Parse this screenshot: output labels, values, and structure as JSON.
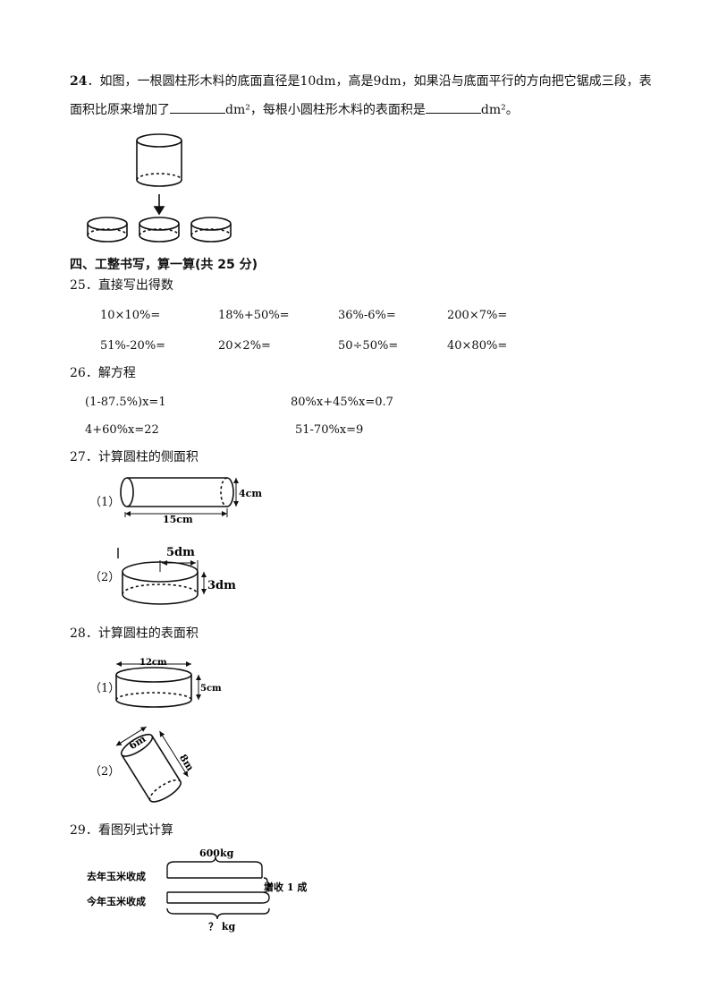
{
  "q24": {
    "num": "24",
    "line1": "．如图，一根圆柱形木料的底面直径是10dm，高是9dm，如果沿与底面平行的方向把它锯成三段，表",
    "line2_a": "面积比原来增加了",
    "unit1": "dm²",
    "line2_b": "，每根小圆柱形木料的表面积是",
    "unit2": "dm²",
    "line2_end": "。"
  },
  "section4": {
    "title": "四、工整书写，算一算(共 25 分)"
  },
  "q25": {
    "title": "25．直接写出得数",
    "row1": [
      "10×10%=",
      "18%+50%=",
      "36%-6%=",
      "200×7%="
    ],
    "row2": [
      "51%-20%=",
      "20×2%=",
      "50÷50%=",
      "40×80%="
    ]
  },
  "q26": {
    "title": "26．解方程",
    "eqs": [
      "(1-87.5%)x=1",
      "80%x+45%x=0.7",
      "4+60%x=22",
      "51-70%x=9"
    ]
  },
  "q27": {
    "title": "27．计算圆柱的侧面积",
    "p1_label": "（1）",
    "p1_height": "4cm",
    "p1_length": "15cm",
    "p2_label": "（2）",
    "p2_radius": "5dm",
    "p2_height": "3dm"
  },
  "q28": {
    "title": "28．计算圆柱的表面积",
    "p1_label": "（1）",
    "p1_diameter": "12cm",
    "p1_height": "5cm",
    "p2_label": "（2）",
    "p2_diameter": "6m",
    "p2_height": "8m"
  },
  "q29": {
    "title": "29．看图列式计算",
    "top_value": "600kg",
    "row1_label": "去年玉米收成",
    "row2_label": "今年玉米收成",
    "increase_label": "增收 1 成",
    "bottom_value": "？ kg"
  }
}
